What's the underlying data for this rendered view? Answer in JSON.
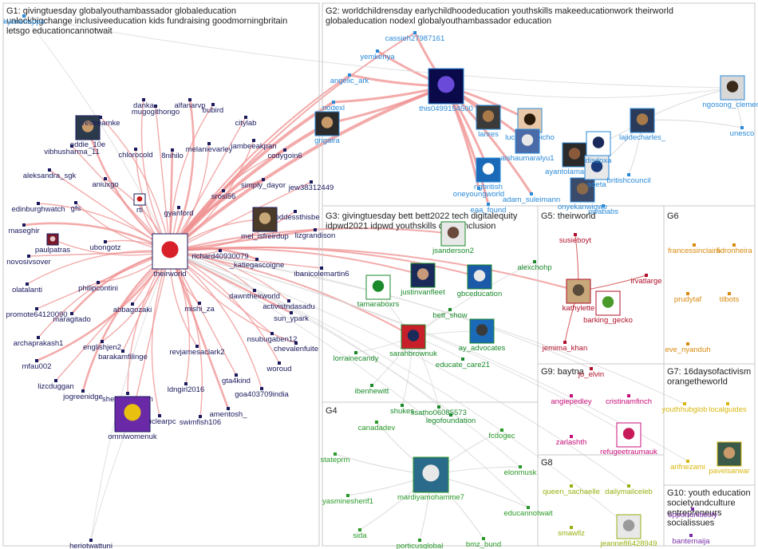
{
  "groups": [
    {
      "id": "G1",
      "lines": [
        "G1: givingtuesday globalyouthambassador globaleducation",
        "unlockbigchange inclusiveeducation kids fundraising goodmorningbritain",
        "letsgo educationcannotwait"
      ],
      "color": "#1a1a5e"
    },
    {
      "id": "G2",
      "lines": [
        "G2: worldchildrensday earlychildhoodeducation youthskills makeeducationwork theirworld",
        "globaleducation nodexl globalyouthambassador education"
      ],
      "color": "#2a8ad8"
    },
    {
      "id": "G3",
      "lines": [
        "G3: givingtuesday bett bett2022 tech digitalequity",
        "idpwd2021 idpwd youthskills digitalinclusion"
      ],
      "color": "#1a8a2a"
    },
    {
      "id": "G4",
      "lines": [
        "G4"
      ],
      "color": "#2a9a2a"
    },
    {
      "id": "G5",
      "lines": [
        "G5: theirworld"
      ],
      "color": "#b0102a"
    },
    {
      "id": "G6",
      "lines": [
        "G6"
      ],
      "color": "#d88a10"
    },
    {
      "id": "G7",
      "lines": [
        "G7: 16daysofactivism",
        "orangetheworld"
      ],
      "color": "#d8b810"
    },
    {
      "id": "G8",
      "lines": [
        "G8"
      ],
      "color": "#9ab010"
    },
    {
      "id": "G9",
      "lines": [
        "G9: baytna"
      ],
      "color": "#c8107a"
    },
    {
      "id": "G10",
      "lines": [
        "G10: youth education",
        "societyandculture",
        "entrepreneurs",
        "socialissues"
      ],
      "color": "#7a30a8"
    }
  ],
  "nodes": [
    {
      "label": "kyenenoppo",
      "group": "G2"
    },
    {
      "label": "eddie_10e",
      "group": "G1"
    },
    {
      "label": "vibhusharma_11",
      "group": "G1"
    },
    {
      "label": "vestreamke",
      "group": "G1"
    },
    {
      "label": "danka",
      "group": "G1"
    },
    {
      "label": "mugogithongo",
      "group": "G1"
    },
    {
      "label": "alfanarvp",
      "group": "G1"
    },
    {
      "label": "bubird",
      "group": "G1"
    },
    {
      "label": "citylab",
      "group": "G1"
    },
    {
      "label": "melanievarley",
      "group": "G1"
    },
    {
      "label": "chlorocold",
      "group": "G1"
    },
    {
      "label": "8nihilo",
      "group": "G1"
    },
    {
      "label": "iambeeakpan",
      "group": "G1"
    },
    {
      "label": "codygoin6",
      "group": "G1"
    },
    {
      "label": "aleksandra_sgk",
      "group": "G1"
    },
    {
      "label": "aniuxgo",
      "group": "G1"
    },
    {
      "label": "simply_dayor",
      "group": "G1"
    },
    {
      "label": "jew38312449",
      "group": "G1"
    },
    {
      "label": "edinburghwatch",
      "group": "G1"
    },
    {
      "label": "gfs",
      "group": "G1"
    },
    {
      "label": "srosi56",
      "group": "G1"
    },
    {
      "label": "maseghir",
      "group": "G1"
    },
    {
      "label": "rti",
      "group": "G1"
    },
    {
      "label": "gyanford",
      "group": "G1"
    },
    {
      "label": "goddessthisbe",
      "group": "G1"
    },
    {
      "label": "mel_isfreirdup",
      "group": "G1"
    },
    {
      "label": "lizgrandison",
      "group": "G1"
    },
    {
      "label": "ubongotz",
      "group": "G1"
    },
    {
      "label": "paulpatras",
      "group": "G1"
    },
    {
      "label": "novosivsover",
      "group": "G1"
    },
    {
      "label": "richard40930079",
      "group": "G1"
    },
    {
      "label": "_katiegascoigne",
      "group": "G1"
    },
    {
      "label": "theirworld",
      "group": "G1"
    },
    {
      "label": "ibanicolemartin6",
      "group": "G1"
    },
    {
      "label": "olatalanti",
      "group": "G1"
    },
    {
      "label": "philipcontini",
      "group": "G1"
    },
    {
      "label": "promote64120090",
      "group": "G1"
    },
    {
      "label": "maragitado",
      "group": "G1"
    },
    {
      "label": "dawntheirworld",
      "group": "G1"
    },
    {
      "label": "abbagozaki",
      "group": "G1"
    },
    {
      "label": "mishi_za",
      "group": "G1"
    },
    {
      "label": "activistndasadu",
      "group": "G1"
    },
    {
      "label": "sun_ypark",
      "group": "G1"
    },
    {
      "label": "archaprakash1",
      "group": "G1"
    },
    {
      "label": "englishjen2",
      "group": "G1"
    },
    {
      "label": "nsubugaben12",
      "group": "G1"
    },
    {
      "label": "chevalenfuite",
      "group": "G1"
    },
    {
      "label": "mfau002",
      "group": "G1"
    },
    {
      "label": "barakamfilinge",
      "group": "G1"
    },
    {
      "label": "revjamesaclark2",
      "group": "G1"
    },
    {
      "label": "woroud",
      "group": "G1"
    },
    {
      "label": "lizcduggan",
      "group": "G1"
    },
    {
      "label": "jogreenidge",
      "group": "G1"
    },
    {
      "label": "ldngirl2016",
      "group": "G1"
    },
    {
      "label": "gta4kind",
      "group": "G1"
    },
    {
      "label": "shelleyharrison",
      "group": "G1"
    },
    {
      "label": "goa403709india",
      "group": "G1"
    },
    {
      "label": "amentosh_",
      "group": "G1"
    },
    {
      "label": "nuclearpc",
      "group": "G1"
    },
    {
      "label": "swimfish106",
      "group": "G1"
    },
    {
      "label": "omniwomenuk",
      "group": "G1"
    },
    {
      "label": "heriotwattuni",
      "group": "G1"
    },
    {
      "label": "cassieh27987161",
      "group": "G2"
    },
    {
      "label": "yemkenya",
      "group": "G2"
    },
    {
      "label": "angelic_ark",
      "group": "G2"
    },
    {
      "label": "nodexl",
      "group": "G2"
    },
    {
      "label": "gngaira",
      "group": "G2"
    },
    {
      "label": "this0499154500",
      "group": "G2"
    },
    {
      "label": "lanres",
      "group": "G2"
    },
    {
      "label": "lucky_owoicho",
      "group": "G2"
    },
    {
      "label": "ngosong_clement",
      "group": "G2"
    },
    {
      "label": "unesco",
      "group": "G2"
    },
    {
      "label": "lajidecharles_",
      "group": "G2"
    },
    {
      "label": "ngbritish",
      "group": "G2"
    },
    {
      "label": "aishaumaralyu1",
      "group": "G2"
    },
    {
      "label": "ayantolamaximus",
      "group": "G2"
    },
    {
      "label": "oneyoungworld",
      "group": "G2"
    },
    {
      "label": "adam_suleimann",
      "group": "G2"
    },
    {
      "label": "onyekanwigwe",
      "group": "G2"
    },
    {
      "label": "soeta",
      "group": "G2"
    },
    {
      "label": "disdoxa",
      "group": "G2"
    },
    {
      "label": "britishcouncil",
      "group": "G2"
    },
    {
      "label": "eaa_found",
      "group": "G2"
    },
    {
      "label": "nwababs",
      "group": "G2"
    },
    {
      "label": "jsanderson2",
      "group": "G3"
    },
    {
      "label": "justinvanfleet",
      "group": "G3"
    },
    {
      "label": "gbceducation",
      "group": "G3"
    },
    {
      "label": "tamaraboxrs",
      "group": "G3"
    },
    {
      "label": "bett_show",
      "group": "G3"
    },
    {
      "label": "alexchohp",
      "group": "G3"
    },
    {
      "label": "sarahbrownuk",
      "group": "G3"
    },
    {
      "label": "ay_advocates",
      "group": "G3"
    },
    {
      "label": "lorrainecandy",
      "group": "G3"
    },
    {
      "label": "educate_care21",
      "group": "G3"
    },
    {
      "label": "ibenhewitt",
      "group": "G3"
    },
    {
      "label": "shukes",
      "group": "G3"
    },
    {
      "label": "lisatho06085573",
      "group": "G3"
    },
    {
      "label": "legofoundation",
      "group": "G3"
    },
    {
      "label": "canadadev",
      "group": "G4"
    },
    {
      "label": "fcdogec",
      "group": "G4"
    },
    {
      "label": "stateprm",
      "group": "G4"
    },
    {
      "label": "elonmusk",
      "group": "G4"
    },
    {
      "label": "yasminesherif1",
      "group": "G4"
    },
    {
      "label": "mardiyamohamme7",
      "group": "G4"
    },
    {
      "label": "educannotwait",
      "group": "G4"
    },
    {
      "label": "sida",
      "group": "G4"
    },
    {
      "label": "porticusglobal",
      "group": "G4"
    },
    {
      "label": "bmz_bund",
      "group": "G4"
    },
    {
      "label": "susieboyt",
      "group": "G5"
    },
    {
      "label": "irvatlarge",
      "group": "G5"
    },
    {
      "label": "kathylette",
      "group": "G5"
    },
    {
      "label": "barking_gecko",
      "group": "G5"
    },
    {
      "label": "jemima_khan",
      "group": "G5"
    },
    {
      "label": "jo_elvin",
      "group": "G5"
    },
    {
      "label": "francessinclair5",
      "group": "G6"
    },
    {
      "label": "adronheira",
      "group": "G6"
    },
    {
      "label": "prudytaf",
      "group": "G6"
    },
    {
      "label": "tilbots",
      "group": "G6"
    },
    {
      "label": "eve_nyanduh",
      "group": "G6"
    },
    {
      "label": "angiepedley",
      "group": "G9"
    },
    {
      "label": "cristinamfinch",
      "group": "G9"
    },
    {
      "label": "zarlashth",
      "group": "G9"
    },
    {
      "label": "refugeetraumauk",
      "group": "G9"
    },
    {
      "label": "youthhubglob",
      "group": "G7"
    },
    {
      "label": "localguides",
      "group": "G7"
    },
    {
      "label": "arifnezami",
      "group": "G7"
    },
    {
      "label": "pavelsarwar",
      "group": "G7"
    },
    {
      "label": "queen_sachaelle",
      "group": "G8"
    },
    {
      "label": "dailymailceleb",
      "group": "G8"
    },
    {
      "label": "smawllz",
      "group": "G8"
    },
    {
      "label": "jeanne86428949",
      "group": "G8"
    },
    {
      "label": "opportunitiesfy",
      "group": "G10"
    },
    {
      "label": "banternaija",
      "group": "G10"
    }
  ]
}
